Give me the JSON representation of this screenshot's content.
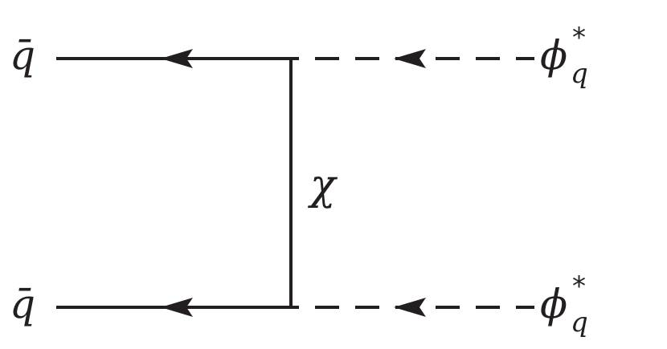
{
  "diagram": {
    "type": "feynman",
    "stroke_color": "#231f20",
    "background": "#ffffff",
    "labels": {
      "in_top": "q̄",
      "in_bottom": "q̄",
      "out_top_base": "ϕ",
      "out_top_sup": "*",
      "out_top_sub": "q",
      "out_bottom_base": "ϕ",
      "out_bottom_sup": "*",
      "out_bottom_sub": "q",
      "propagator": "χ"
    },
    "lines": [
      {
        "name": "fermion-line-top",
        "style": "solid",
        "arrow": "left"
      },
      {
        "name": "fermion-line-bottom",
        "style": "solid",
        "arrow": "left"
      },
      {
        "name": "scalar-line-top",
        "style": "dashed",
        "arrow": "left"
      },
      {
        "name": "scalar-line-bottom",
        "style": "dashed",
        "arrow": "left"
      },
      {
        "name": "propagator-line",
        "style": "solid",
        "arrow": "none"
      }
    ]
  }
}
